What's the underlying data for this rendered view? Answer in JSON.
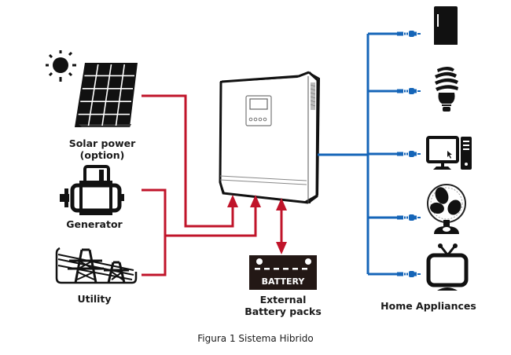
{
  "diagram": {
    "caption": "Figura 1 Sistema Hibrido",
    "sources": {
      "solar": {
        "label_line1": "Solar power",
        "label_line2": "(option)"
      },
      "generator": {
        "label": "Generator"
      },
      "utility": {
        "label": "Utility"
      }
    },
    "inverter": {
      "name": "Hybrid inverter"
    },
    "battery": {
      "badge": "BATTERY",
      "label_line1": "External",
      "label_line2": "Battery packs"
    },
    "appliances": {
      "label": "Home Appliances",
      "items": [
        "refrigerator",
        "light-bulb",
        "computer",
        "fan",
        "television"
      ]
    },
    "colors": {
      "input_lines": "#c0142a",
      "output_lines": "#1565b8",
      "icons": "#111111"
    }
  }
}
